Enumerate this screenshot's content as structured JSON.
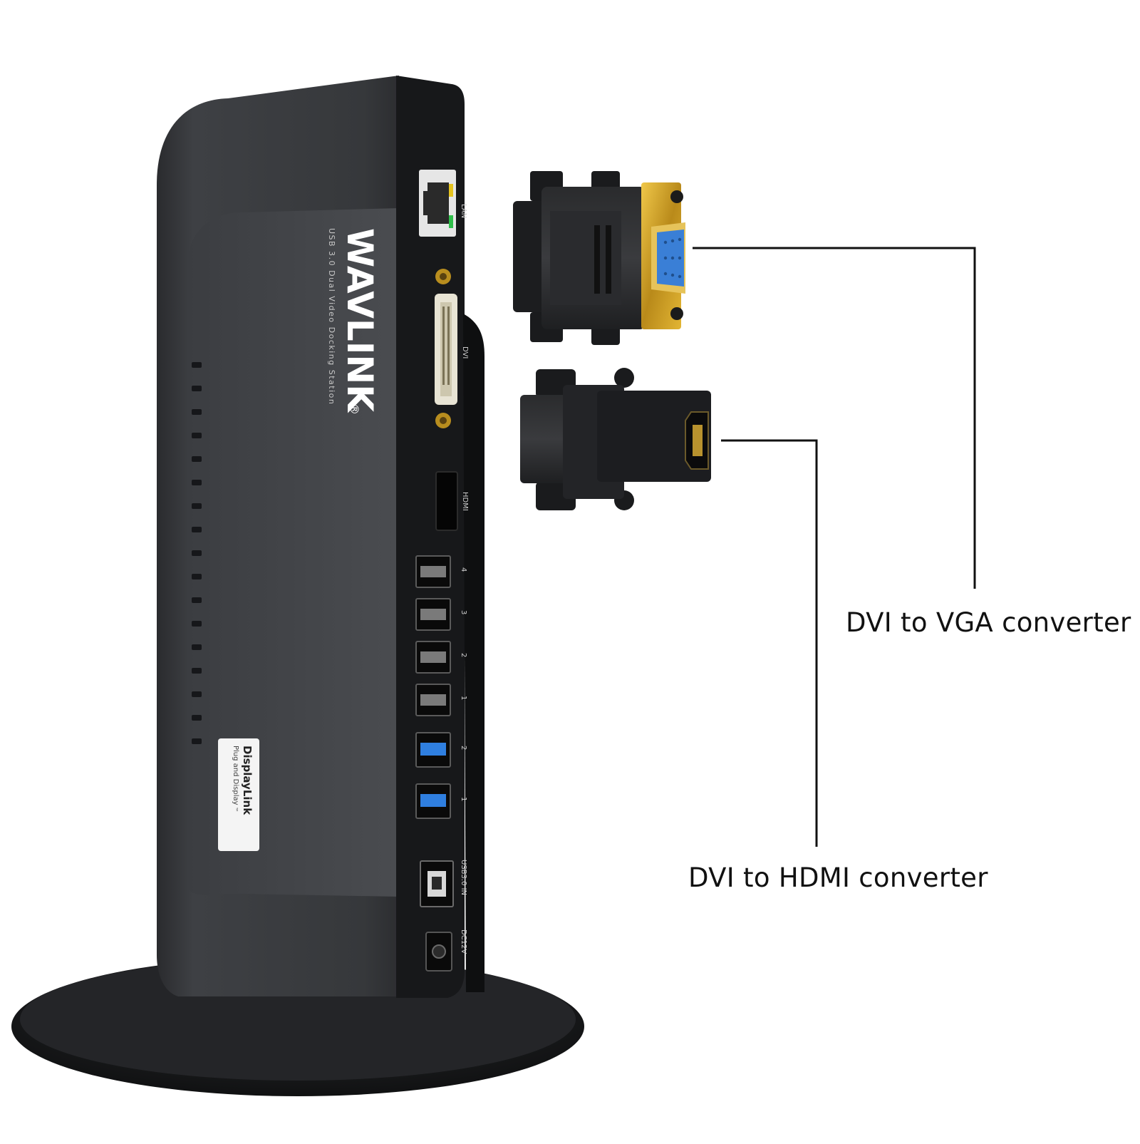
{
  "product": {
    "brand_logo": "WAVLINK",
    "brand_registered": "®",
    "brand_subtitle": "USB 3.0 Dual Video Docking Station",
    "badge_logo": "DisplayLink",
    "badge_text": "Plug and Display",
    "badge_tm": "™"
  },
  "port_labels": {
    "lan": "LAN",
    "dvi": "DVI",
    "hdmi": "HDMI",
    "usb": [
      "4",
      "3",
      "2",
      "1"
    ],
    "usb3": [
      "2",
      "1"
    ],
    "usb_in": "USB3.0 IN",
    "dc_in": "DC12V"
  },
  "callouts": {
    "vga_converter": "DVI to VGA converter",
    "hdmi_converter": "DVI to HDMI converter"
  },
  "colors": {
    "background": "#ffffff",
    "dock_body": "#3a3c40",
    "dock_front": "#17181a",
    "stand": "#1b1c1e",
    "usb3_blue": "#2f7fe0",
    "vga_gold": "#d4a62a",
    "vga_blue": "#3a7fd6",
    "leader_line": "#111111"
  }
}
